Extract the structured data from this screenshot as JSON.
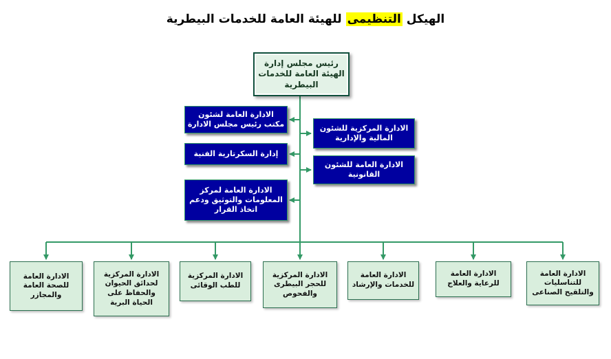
{
  "title": {
    "pre": "الهيكل",
    "highlight": "التنظيمى",
    "post": "للهيئة العامة للخدمات البيطرية"
  },
  "root": {
    "label": "رئيس مجلس إدارة الهيئة العامة للخدمات البيطرية"
  },
  "left_branches": [
    {
      "label": "الادارة العامة لشئون مكتب رئيس مجلس الادارة"
    },
    {
      "label": "إدارة السكرتارية الفنية"
    },
    {
      "label": "الادارة العامة لمركز المعلومات والتوثيق ودعم اتخاذ القرار"
    }
  ],
  "right_branches": [
    {
      "label": "الادارة المركزية للشئون المالية والإدارية"
    },
    {
      "label": "الادارة العامة للشئون القانونية"
    }
  ],
  "bottom_departments": [
    {
      "label": "الادارة العامة للصحة العامة والمجازر"
    },
    {
      "label": "الادارة المركزية لحدائق الحيوان والحفاظ على الحياة البرية"
    },
    {
      "label": "الادارة المركزية للطب الوقائى"
    },
    {
      "label": "الادارة المركزية للحجر البيطرى والفحوص"
    },
    {
      "label": "الادارة العامة للخدمات والإرشاد"
    },
    {
      "label": "الادارة العامة للرعاية والعلاج"
    },
    {
      "label": "الادارة العامة للتناسليات والتلقيح الصناعى"
    }
  ],
  "colors": {
    "line": "#339966",
    "blue": "#0000a0",
    "pale": "#d9eedd",
    "hl": "#ffff00"
  }
}
